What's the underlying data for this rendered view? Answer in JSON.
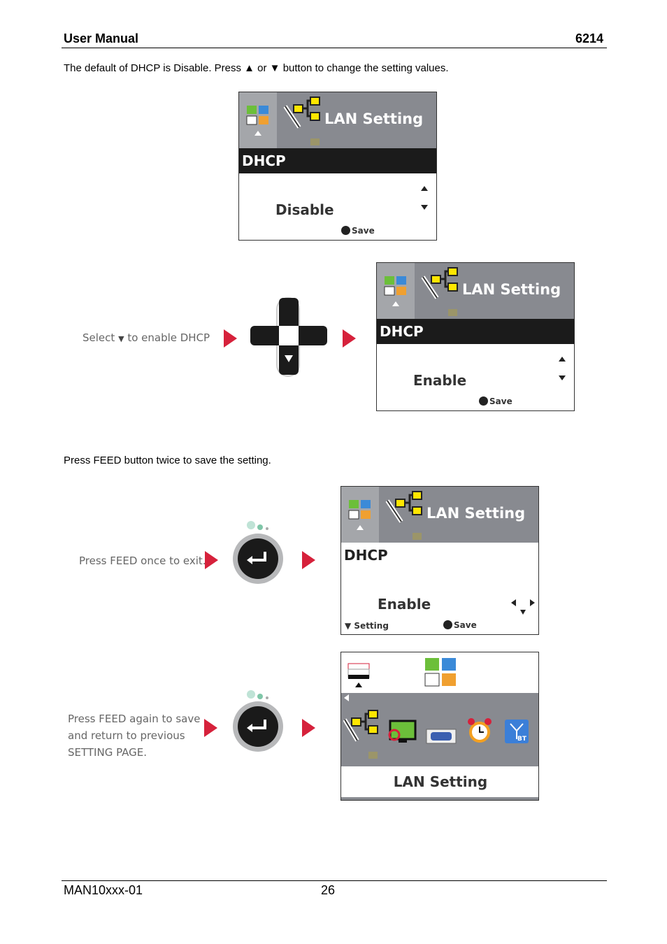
{
  "header": {
    "title": "User Manual",
    "model": "6214"
  },
  "intro": "The default of DHCP is Disable. Press ▲ or ▼ button to change the setting values.",
  "step_select": {
    "label": "Select",
    "label_tail": "to enable DHCP"
  },
  "step_feed_text": "Press FEED button twice to save the setting.",
  "step_feed_once": "Press FEED once to exit.",
  "step_feed_again": [
    "Press FEED again to save",
    "and return to previous",
    "SETTING PAGE."
  ],
  "screens": {
    "title": "LAN Setting",
    "field": "DHCP",
    "value_disable": "Disable",
    "value_enable": "Enable",
    "save": "Save",
    "setting": "Setting"
  },
  "footer": {
    "doc": "MAN10xxx-01",
    "page": "26"
  },
  "colors": {
    "accent_red": "#d6213b",
    "lcd_gray": "#888a90",
    "lcd_dark": "#1b1b1b"
  }
}
